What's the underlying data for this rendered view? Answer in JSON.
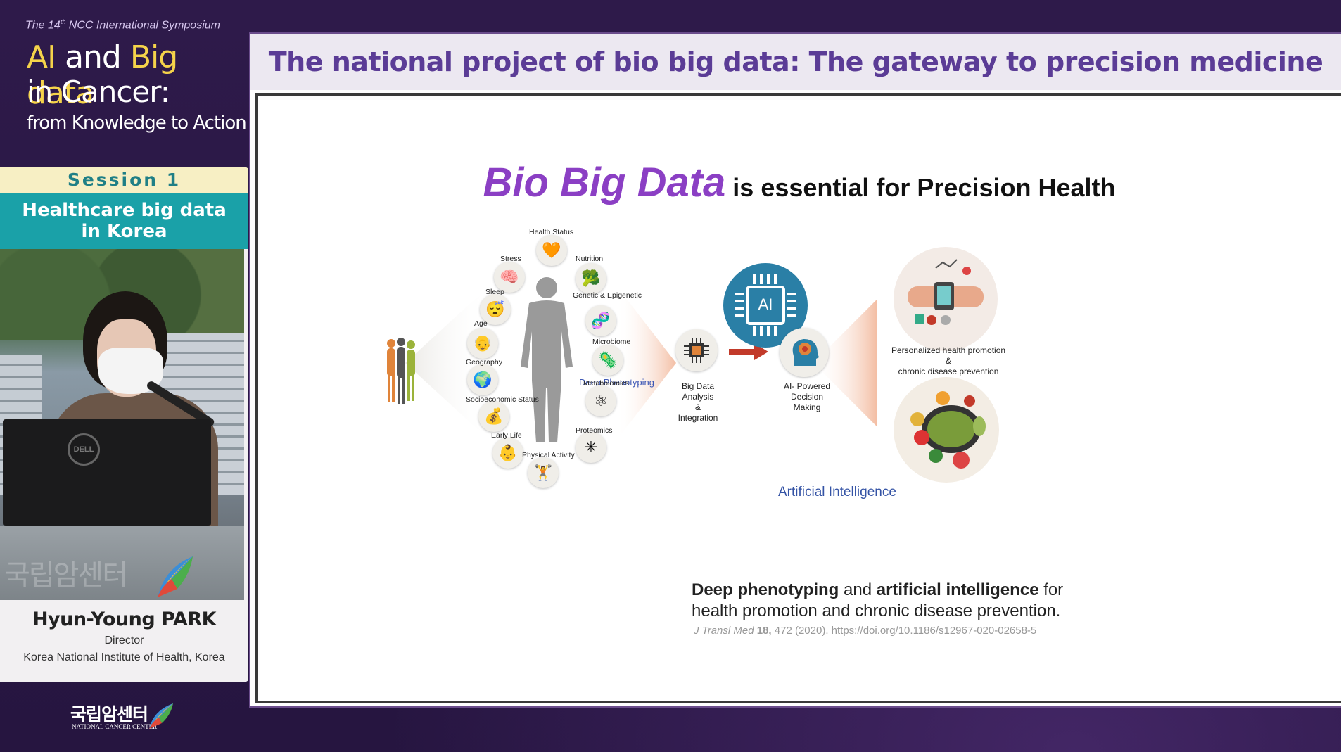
{
  "symposium": {
    "edition_line_prefix": "The 14",
    "edition_sup": "th",
    "edition_line_suffix": " NCC International Symposium",
    "title_ai": "AI",
    "title_and": " and ",
    "title_big_data": "Big data",
    "title_line2": "in Cancer:",
    "title_line3": "from Knowledge to Action"
  },
  "session": {
    "label": "Session 1",
    "title_line1": "Healthcare big data",
    "title_line2": "in Korea"
  },
  "video": {
    "podium_text": "국립암센터",
    "monitor_brand": "DELL"
  },
  "speaker": {
    "name": "Hyun-Young PARK",
    "role": "Director",
    "organization": "Korea National Institute of Health, Korea"
  },
  "footer_logo": {
    "korean": "국립암센터",
    "english": "NATIONAL CANCER CENTER"
  },
  "slide": {
    "header_title": "The national project of bio big data: The gateway to precision medicine",
    "headline_big": "Bio Big Data",
    "headline_rest": " is essential for Precision Health",
    "deep_phenotyping": "Deep Phenotyping",
    "factors": {
      "health_status": "Health Status",
      "stress": "Stress",
      "nutrition": "Nutrition",
      "sleep": "Sleep",
      "genetic": "Genetic & Epigenetic",
      "age": "Age",
      "microbiome": "Microbiome",
      "geography": "Geography",
      "metabolomics": "Metabolomics",
      "socioeconomic": "Socioeconomic Status",
      "early_life": "Early Life",
      "proteomics": "Proteomics",
      "physical_activity": "Physical Activity"
    },
    "ai_chip_text": "AI",
    "big_data_label_1": "Big Data Analysis",
    "big_data_label_2": "&",
    "big_data_label_3": "Integration",
    "ai_decision_label_1": "AI- Powered Decision",
    "ai_decision_label_2": "Making",
    "artificial_intelligence": "Artificial Intelligence",
    "outcome_1": "Personalized health promotion",
    "outcome_2": "&",
    "outcome_3": "chronic disease prevention",
    "caption_b1": "Deep phenotyping",
    "caption_t1": " and ",
    "caption_b2": "artificial intelligence",
    "caption_t2": " for",
    "caption_line2": "health promotion and chronic disease prevention.",
    "citation_journal": "J Transl Med",
    "citation_vol": " 18,",
    "citation_rest": " 472 (2020). https://doi.org/10.1186/s12967-020-02658-5"
  },
  "colors": {
    "background": "#2b1846",
    "title_purple": "#5b3c96",
    "headline_purple": "#8b3fc4",
    "session_teal": "#1aa1a8",
    "accent_yellow": "#f5d34a",
    "ai_blue": "#2a7fa6"
  }
}
